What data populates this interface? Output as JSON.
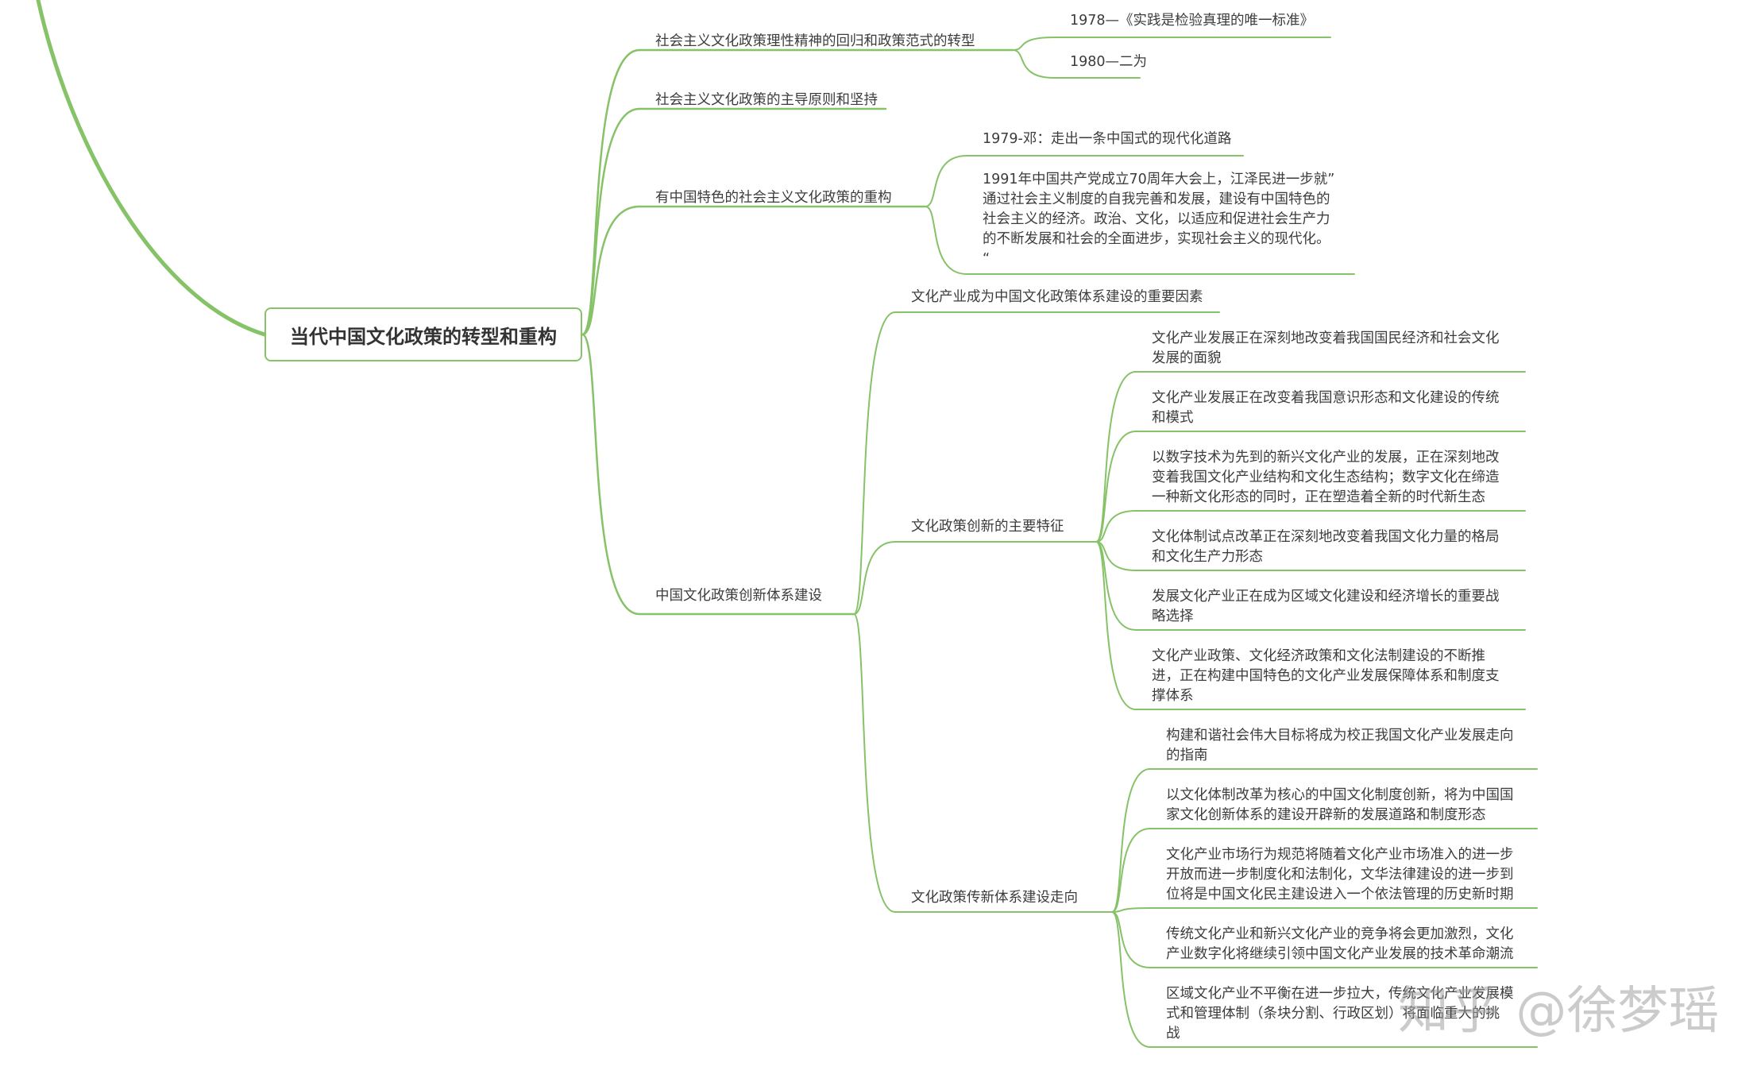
{
  "root": {
    "title": "当代中国文化政策的转型和重构"
  },
  "branches": [
    {
      "label": "社会主义文化政策理性精神的回归和政策范式的转型",
      "children": [
        {
          "label": "1978—《实践是检验真理的唯一标准》"
        },
        {
          "label": "1980—二为"
        }
      ]
    },
    {
      "label": "社会主义文化政策的主导原则和坚持",
      "children": []
    },
    {
      "label": "有中国特色的社会主义文化政策的重构",
      "children": [
        {
          "label": "1979-邓：走出一条中国式的现代化道路"
        },
        {
          "label": "1991年中国共产党成立70周年大会上，江泽民进一步就”\n通过社会主义制度的自我完善和发展，建设有中国特色的\n社会主义的经济。政治、文化，以适应和促进社会生产力\n的不断发展和社会的全面进步，实现社会主义的现代化。\n“"
        }
      ]
    },
    {
      "label": "中国文化政策创新体系建设",
      "children": [
        {
          "label": "文化产业成为中国文化政策体系建设的重要因素",
          "children": []
        },
        {
          "label": "文化政策创新的主要特征",
          "children": [
            {
              "label": "文化产业发展正在深刻地改变着我国国民经济和社会文化\n发展的面貌"
            },
            {
              "label": "文化产业发展正在改变着我国意识形态和文化建设的传统\n和模式"
            },
            {
              "label": "以数字技术为先到的新兴文化产业的发展，正在深刻地改\n变着我国文化产业结构和文化生态结构；数字文化在缔造\n一种新文化形态的同时，正在塑造着全新的时代新生态"
            },
            {
              "label": "文化体制试点改革正在深刻地改变着我国文化力量的格局\n和文化生产力形态"
            },
            {
              "label": "发展文化产业正在成为区域文化建设和经济增长的重要战\n略选择"
            },
            {
              "label": "文化产业政策、文化经济政策和文化法制建设的不断推\n进，正在构建中国特色的文化产业发展保障体系和制度支\n撑体系"
            }
          ]
        },
        {
          "label": "文化政策传新体系建设走向",
          "children": [
            {
              "label": "构建和谐社会伟大目标将成为校正我国文化产业发展走向\n的指南"
            },
            {
              "label": "以文化体制改革为核心的中国文化制度创新，将为中国国\n家文化创新体系的建设开辟新的发展道路和制度形态"
            },
            {
              "label": "文化产业市场行为规范将随着文化产业市场准入的进一步\n开放而进一步制度化和法制化，文华法律建设的进一步到\n位将是中国文化民主建设进入一个依法管理的历史新时期"
            },
            {
              "label": "传统文化产业和新兴文化产业的竞争将会更加激烈，文化\n产业数字化将继续引领中国文化产业发展的技术革命潮流"
            },
            {
              "label": "区域文化产业不平衡在进一步拉大，传统文化产业发展模\n式和管理体制（条块分割、行政区划）将面临重大的挑\n战"
            }
          ]
        }
      ]
    }
  ],
  "watermark": "知乎 @徐梦瑶",
  "colors": {
    "line": "#86c267",
    "accent": "#7dbb5c",
    "text": "#3c3c3c"
  }
}
